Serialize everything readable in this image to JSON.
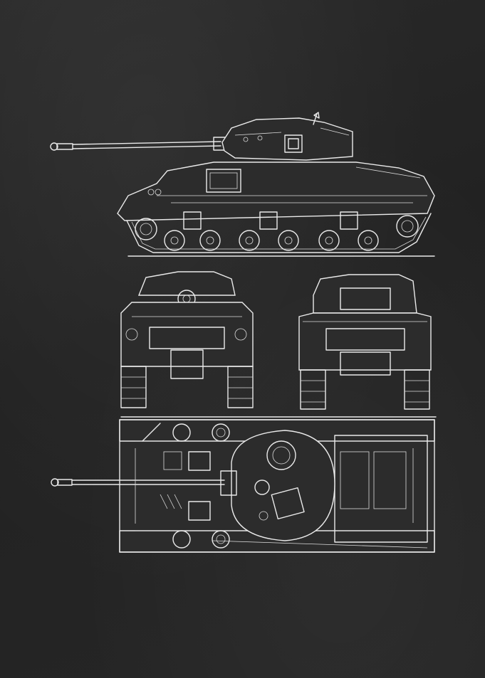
{
  "diagram": {
    "views": [
      "side-view",
      "front-view",
      "rear-view",
      "top-view"
    ],
    "colors": {
      "board": "#242424",
      "chalk": "#eaeaea"
    }
  }
}
